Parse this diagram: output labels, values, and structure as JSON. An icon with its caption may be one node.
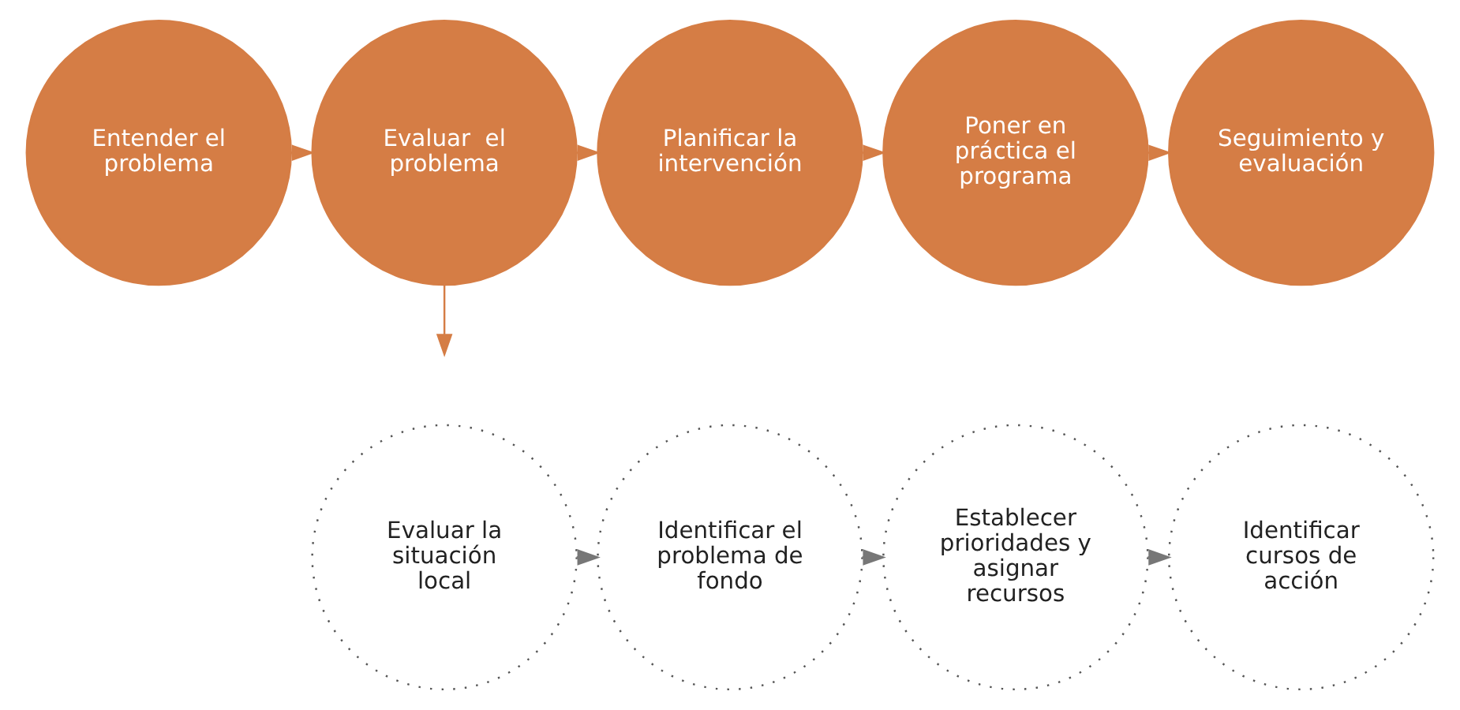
{
  "diagram": {
    "nodes": [
      {
        "text": [
          "Entender el problema"
        ]
      },
      {
        "text": [
          "Evaluar  el problema"
        ]
      },
      {
        "text": [
          "Planificar la intervención"
        ]
      },
      {
        "text": [
          "Poner en práctica el programa"
        ]
      },
      {
        "text": [
          "Seguimiento y evaluación"
        ]
      },
      {
        "text": [
          "Evaluar la situación local"
        ]
      },
      {
        "text": [
          "Identificar el problema de fondo"
        ]
      },
      {
        "text": [
          "Establecer prioridades y asignar recursos"
        ]
      },
      {
        "text": [
          "Identificar cursos de acción"
        ]
      }
    ],
    "edges": [
      {
        "from": 0,
        "to": 1,
        "arrow": "to"
      },
      {
        "from": 1,
        "to": 2,
        "arrow": "to"
      },
      {
        "from": 2,
        "to": 3,
        "arrow": "to"
      },
      {
        "from": 3,
        "to": 4,
        "arrow": "to"
      },
      {
        "from": 1,
        "to": null,
        "arrow": "to"
      },
      {
        "from": 5,
        "to": 6,
        "arrow": "to"
      },
      {
        "from": 6,
        "to": 7,
        "arrow": "to"
      },
      {
        "from": 7,
        "to": 8,
        "arrow": "to"
      }
    ]
  }
}
